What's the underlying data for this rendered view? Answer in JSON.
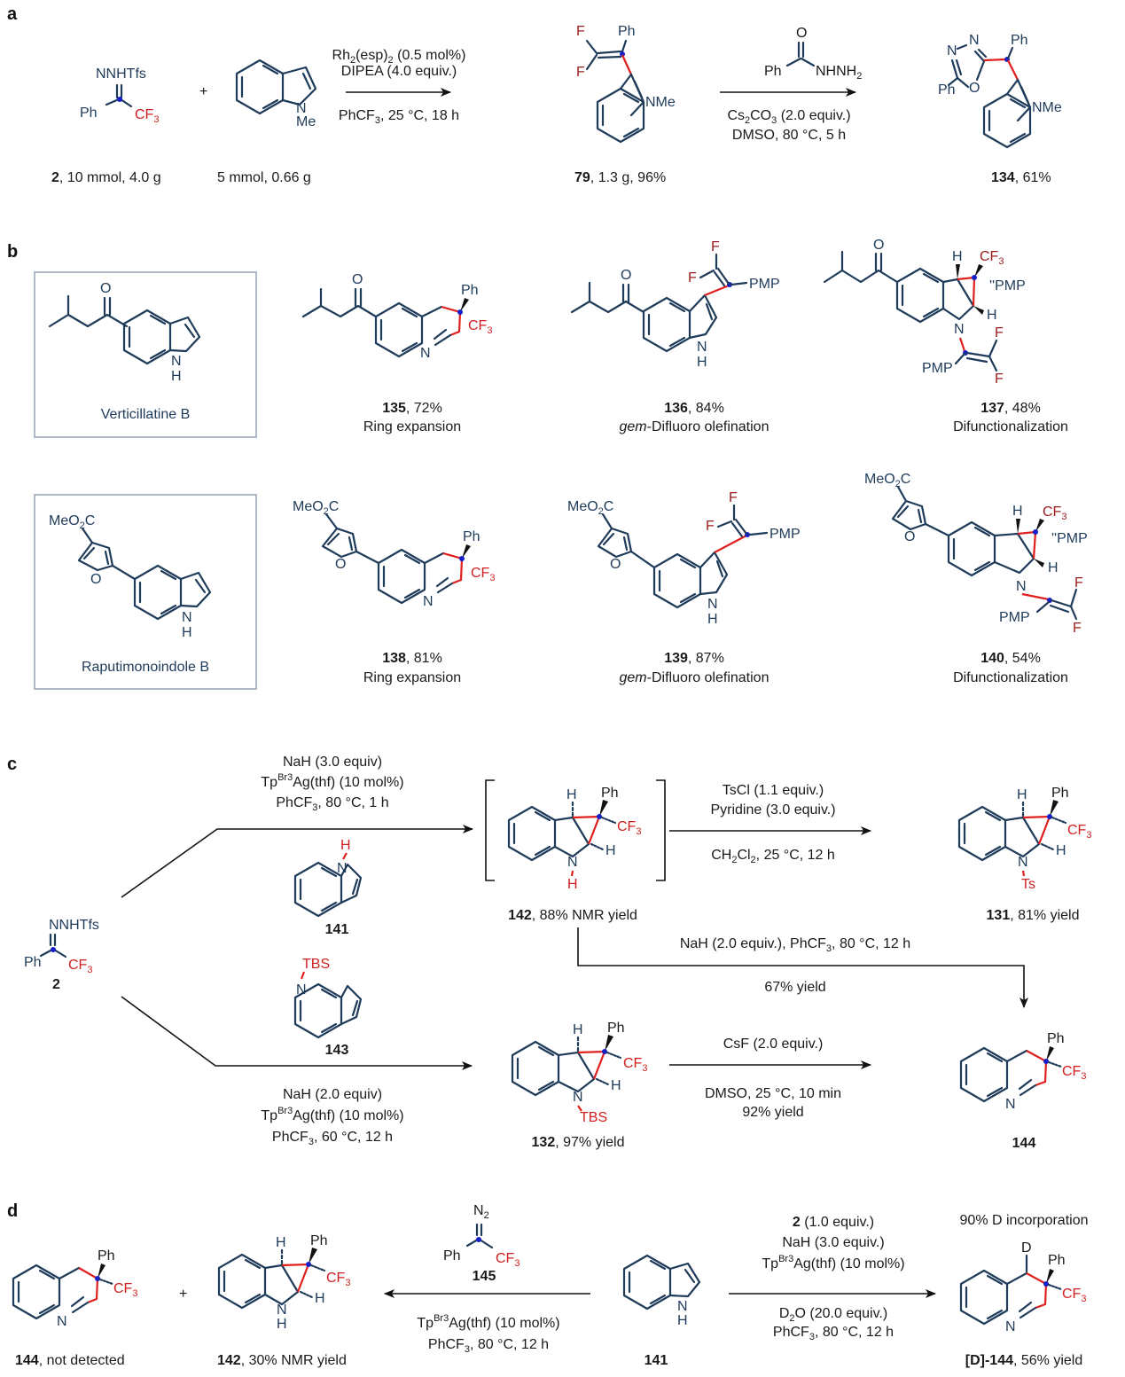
{
  "panels": {
    "a": "a",
    "b": "b",
    "c": "c",
    "d": "d"
  },
  "colors": {
    "bond": "#1f3b5a",
    "new_bond": "#e01f1f",
    "cf3": "#d11f1f",
    "fluorine": "#9b1c1c",
    "stereo_dot": "#1520c8",
    "box_border": "#9aa7b8"
  },
  "panel_a": {
    "reagent1": {
      "group": "NNHTfs",
      "ph": "Ph",
      "cf3": "CF",
      "cf3_sub": "3",
      "label_bold": "2",
      "label_rest": ", 10 mmol, 4.0 g"
    },
    "plus": "+",
    "reagent2": {
      "n": "N",
      "me": "Me",
      "label_rest": "5 mmol, 0.66 g"
    },
    "arrow1": {
      "line1_pre": "Rh",
      "line1_sub": "2",
      "line1_post": "(esp)",
      "line1_sub2": "2",
      "line1_end": " (0.5 mol%)",
      "line2": "DIPEA (4.0 equiv.)",
      "below_pre": "PhCF",
      "below_sub": "3",
      "below_post": ", 25 °C, 18 h"
    },
    "product79": {
      "f1": "F",
      "f2": "F",
      "ph": "Ph",
      "nme": "NMe",
      "label_bold": "79",
      "label_rest": ", 1.3 g, 96%"
    },
    "arrow2": {
      "reagent_o": "O",
      "reagent_ph": "Ph",
      "reagent_nh": "NHNH",
      "reagent_sub": "2",
      "below1_pre": "Cs",
      "below1_sub": "2",
      "below1_mid": "CO",
      "below1_sub2": "3",
      "below1_end": " (2.0 equiv.)",
      "below2": "DMSO, 80 °C, 5 h"
    },
    "product134": {
      "n1": "N",
      "n2": "N",
      "o": "O",
      "ph1": "Ph",
      "ph2": "Ph",
      "nme": "NMe",
      "label_bold": "134",
      "label_rest": ", 61%"
    }
  },
  "panel_b": {
    "natural_products": [
      {
        "name": "Verticillatine B",
        "atoms": {
          "o": "O",
          "n": "N",
          "h": "H"
        }
      },
      {
        "name": "Raputimonoindole B",
        "atoms": {
          "ester": "MeO",
          "ester_sub": "2",
          "ester_end": "C",
          "o": "O",
          "n": "N",
          "h": "H"
        }
      }
    ],
    "products": [
      {
        "id": "135",
        "yield": ", 72%",
        "desc": "Ring expansion"
      },
      {
        "id": "136",
        "yield": ", 84%",
        "desc_it": "gem",
        "desc": "-Difluoro olefination"
      },
      {
        "id": "137",
        "yield": ", 48%",
        "desc": "Difunctionalization"
      },
      {
        "id": "138",
        "yield": ", 81%",
        "desc": "Ring expansion"
      },
      {
        "id": "139",
        "yield": ", 87%",
        "desc_it": "gem",
        "desc": "-Difluoro olefination"
      },
      {
        "id": "140",
        "yield": ", 54%",
        "desc": "Difunctionalization"
      }
    ],
    "atoms": {
      "o": "O",
      "n": "N",
      "h": "H",
      "ph": "Ph",
      "cf": "CF",
      "sub3": "3",
      "f": "F",
      "pmp": "PMP",
      "ester": "MeO",
      "ester_sub": "2",
      "ester_end": "C"
    }
  },
  "panel_c": {
    "start": {
      "group": "NNHTfs",
      "ph": "Ph",
      "cf": "CF",
      "sub": "3",
      "label": "2"
    },
    "top_arrow": {
      "l1": "NaH (3.0 equiv)",
      "l2_pre": "Tp",
      "l2_sup": "Br3",
      "l2_post": "Ag(thf) (10 mol%)",
      "l3_pre": "PhCF",
      "l3_sub": "3",
      "l3_post": ", 80 °C, 1 h"
    },
    "indole141": {
      "h": "H",
      "n": "N",
      "label": "141"
    },
    "indole143": {
      "tbs": "TBS",
      "n": "N",
      "label": "143"
    },
    "bottom_arrow": {
      "l1": "NaH (2.0 equiv)",
      "l2_pre": "Tp",
      "l2_sup": "Br3",
      "l2_post": "Ag(thf) (10 mol%)",
      "l3_pre": "PhCF",
      "l3_sub": "3",
      "l3_post": ", 60 °C, 12 h"
    },
    "int142": {
      "label_bold": "142",
      "label_rest": ", 88% NMR yield"
    },
    "ts_arrow": {
      "l1": "TsCl (1.1 equiv.)",
      "l2": "Pyridine (3.0 equiv.)",
      "below_pre": "CH",
      "below_sub": "2",
      "below_mid": "Cl",
      "below_sub2": "2",
      "below_post": ", 25 °C, 12 h"
    },
    "p131": {
      "ts": "Ts",
      "label_bold": "131",
      "label_rest": ", 81% yield"
    },
    "down_arrow": {
      "above_pre": "NaH (2.0 equiv.), PhCF",
      "above_sub": "3",
      "above_post": ", 80 °C, 12 h",
      "below": "67% yield"
    },
    "p132": {
      "tbs": "TBS",
      "label_bold": "132",
      "label_rest": ", 97% yield"
    },
    "csf_arrow": {
      "above": "CsF (2.0 equiv.)",
      "below1": "DMSO, 25 °C, 10 min",
      "below2": "92% yield"
    },
    "p144": {
      "label": "144"
    },
    "atoms": {
      "h": "H",
      "n": "N",
      "ph": "Ph",
      "cf": "CF",
      "sub3": "3"
    }
  },
  "panel_d": {
    "p144": {
      "label_bold": "144",
      "label_rest": ", not detected"
    },
    "plus": "+",
    "p142": {
      "label_bold": "142",
      "label_rest": ", 30% NMR yield"
    },
    "reagent145": {
      "n2": "N",
      "n2_sub": "2",
      "ph": "Ph",
      "cf": "CF",
      "sub": "3",
      "label": "145"
    },
    "left_arrow": {
      "l1_pre": "Tp",
      "l1_sup": "Br3",
      "l1_post": "Ag(thf) (10 mol%)",
      "l2_pre": "PhCF",
      "l2_sub": "3",
      "l2_post": ", 80 °C, 12 h"
    },
    "indole141": {
      "n": "N",
      "h": "H",
      "label": "141"
    },
    "right_arrow": {
      "l1_bold": "2",
      "l1_rest": " (1.0 equiv.)",
      "l2": "NaH (3.0 equiv.)",
      "l3_pre": "Tp",
      "l3_sup": "Br3",
      "l3_post": "Ag(thf) (10 mol%)",
      "b1_pre": "D",
      "b1_sub": "2",
      "b1_post": "O (20.0 equiv.)",
      "b2_pre": "PhCF",
      "b2_sub": "3",
      "b2_post": ", 80 °C, 12 h"
    },
    "pD144": {
      "note": "90% D incorporation",
      "d": "D",
      "label_bold": "[D]-144",
      "label_rest": ", 56% yield"
    },
    "atoms": {
      "h": "H",
      "n": "N",
      "ph": "Ph",
      "cf": "CF",
      "sub3": "3"
    }
  }
}
